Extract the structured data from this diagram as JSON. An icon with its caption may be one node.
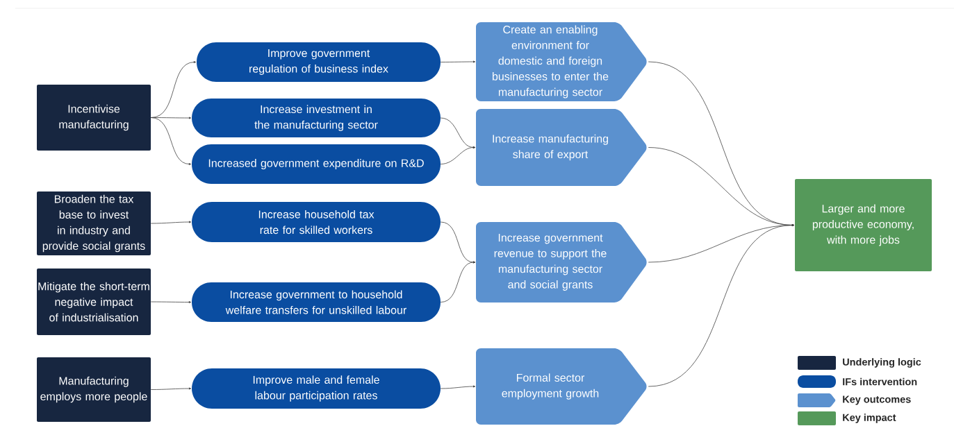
{
  "diagram": {
    "nodes": [
      {
        "text": [
          "Incentivise manufacturing"
        ]
      },
      {
        "text": [
          "Improve government regulation of business index"
        ]
      },
      {
        "text": [
          "Increase investment in the manufacturing sector"
        ]
      },
      {
        "text": [
          "Increased government expenditure on R&D"
        ]
      },
      {
        "text": [
          "Create an enabling environment for domestic and foreign businesses to enter the manufacturing sector"
        ]
      },
      {
        "text": [
          "Increase manufacturing share of export"
        ]
      },
      {
        "text": [
          "Broaden the tax base to invest in industry and provide social grants"
        ]
      },
      {
        "text": [
          "Increase household tax rate for skilled workers"
        ]
      },
      {
        "text": [
          "Mitigate the short-term negative impact of industrialisation"
        ]
      },
      {
        "text": [
          "Increase government to household welfare transfers for unskilled labour"
        ]
      },
      {
        "text": [
          "Increase government revenue to support the manufacturing sector and social grants"
        ]
      },
      {
        "text": [
          "Manufacturing employs more people"
        ]
      },
      {
        "text": [
          "Improve male and female labour participation rates"
        ]
      },
      {
        "text": [
          "Formal sector employment growth"
        ]
      },
      {
        "text": [
          "Larger and more productive economy, with more jobs"
        ]
      }
    ],
    "edges": [
      {
        "from": 0,
        "to": 1,
        "arrow": "to"
      },
      {
        "from": 0,
        "to": 2,
        "arrow": "to"
      },
      {
        "from": 0,
        "to": 3,
        "arrow": "to"
      },
      {
        "from": 1,
        "to": 4,
        "arrow": "to"
      },
      {
        "from": 2,
        "to": 5,
        "arrow": "to"
      },
      {
        "from": 3,
        "to": 5,
        "arrow": "to"
      },
      {
        "from": 6,
        "to": 7,
        "arrow": "to"
      },
      {
        "from": 7,
        "to": 10,
        "arrow": "to"
      },
      {
        "from": 8,
        "to": 9,
        "arrow": "to"
      },
      {
        "from": 9,
        "to": 10,
        "arrow": "to"
      },
      {
        "from": 11,
        "to": 12,
        "arrow": "to"
      },
      {
        "from": 12,
        "to": 13,
        "arrow": "to"
      },
      {
        "from": 4,
        "to": 14,
        "arrow": "to"
      },
      {
        "from": 5,
        "to": 14,
        "arrow": "to"
      },
      {
        "from": 10,
        "to": 14,
        "arrow": "to"
      },
      {
        "from": 13,
        "to": 14,
        "arrow": "to"
      }
    ],
    "legend": [
      {
        "text": "Underlying logic",
        "color": "#172640"
      },
      {
        "text": "IFs intervention",
        "color": "#0a4da1"
      },
      {
        "text": "Key outcomes",
        "color": "#5b91cf"
      },
      {
        "text": "Key impact",
        "color": "#55995a"
      }
    ]
  }
}
